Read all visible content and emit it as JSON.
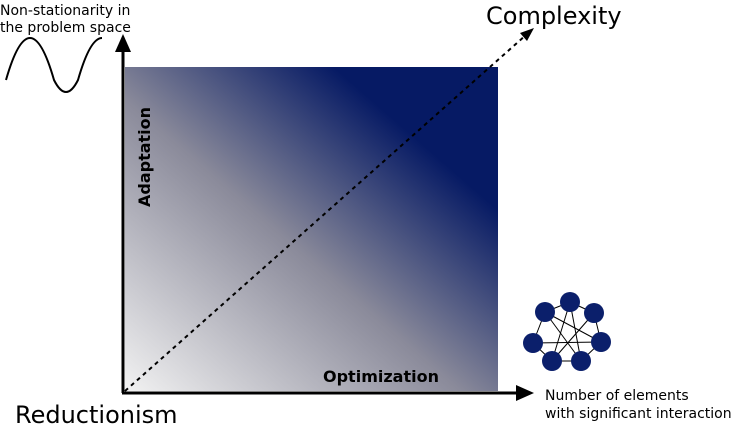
{
  "y_axis_caption": [
    "Non-stationarity in",
    "the problem space"
  ],
  "x_axis_caption": [
    "Number of elements",
    "with significant interaction"
  ],
  "corner_labels": {
    "top_right": "Complexity",
    "bottom_left": "Reductionism"
  },
  "axis_labels": {
    "vertical": "Adaptation",
    "horizontal": "Optimization"
  },
  "colors": {
    "gradient_light": "#f2f2f2",
    "gradient_mid": "#8a8a9a",
    "gradient_dark": "#061a64",
    "network_node": "#0b1f6b",
    "axis": "#000000"
  },
  "icons": {
    "wave": "sine-wave-icon",
    "network": "network-graph-icon"
  }
}
